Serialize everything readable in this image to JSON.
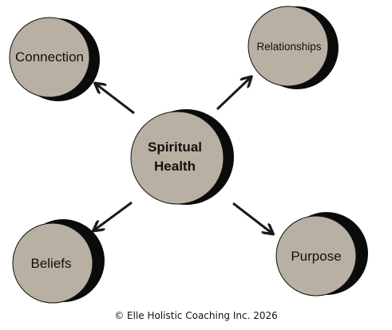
{
  "center": {
    "line1": "Spiritual",
    "line2": "Health"
  },
  "nodes": {
    "connection": "Connection",
    "relationships": "Relationships",
    "beliefs": "Beliefs",
    "purpose": "Purpose"
  },
  "footer": {
    "copyright": "© Elle Holistic Coaching Inc. 2026"
  },
  "colors": {
    "fill": "#b8b0a2",
    "shadow": "#0b0b0b",
    "stroke": "#111111",
    "arrow": "#1a1a1a"
  }
}
